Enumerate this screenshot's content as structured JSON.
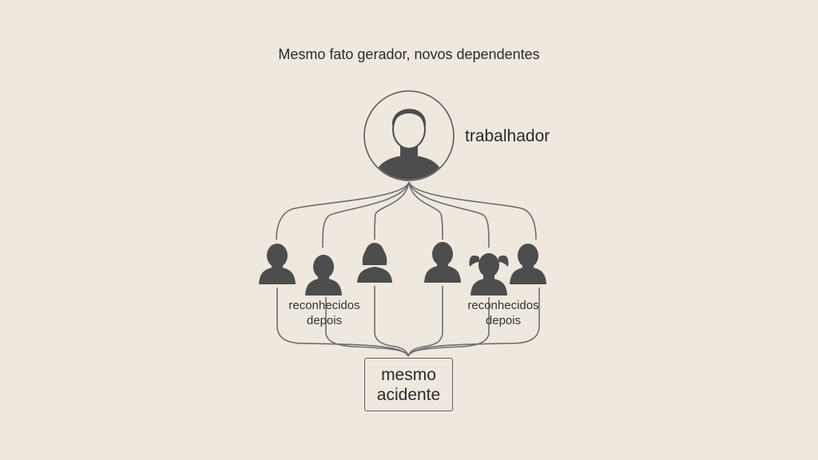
{
  "title": "Mesmo fato gerador, novos dependentes",
  "worker": {
    "label": "trabalhador",
    "icon": "worker-avatar-icon"
  },
  "dependents": [
    {
      "name": "dependent-1",
      "icon": "adult-person-icon"
    },
    {
      "name": "dependent-2",
      "icon": "child-person-icon"
    },
    {
      "name": "dependent-3",
      "icon": "woman-person-icon"
    },
    {
      "name": "dependent-4",
      "icon": "adult-person-icon"
    },
    {
      "name": "dependent-5",
      "icon": "girl-pigtails-icon"
    },
    {
      "name": "dependent-6",
      "icon": "adult-person-icon"
    }
  ],
  "groups": {
    "left": {
      "line1": "reconhecidos",
      "line2": "depois"
    },
    "right": {
      "line1": "reconhecidos",
      "line2": "depois"
    }
  },
  "accident": {
    "line1": "mesmo",
    "line2": "acidente"
  },
  "colors": {
    "background": "#eee8df",
    "line": "#6e6e6e",
    "icon": "#4d4d4d",
    "text": "#2b2b2b"
  }
}
